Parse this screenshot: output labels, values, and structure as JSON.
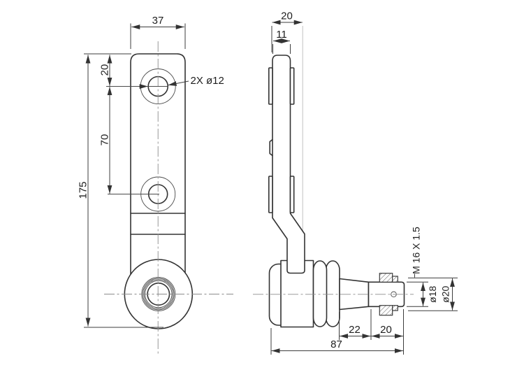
{
  "drawing": {
    "dimensions": {
      "front": {
        "width": "37",
        "hole_offset": "20",
        "hole_spacing": "70",
        "height": "175",
        "holes": "2X ø12"
      },
      "side": {
        "hub_width": "20",
        "bar_thickness": "11",
        "thread_spec": "M 16 X 1.5",
        "shaft_dia": "ø18",
        "shoulder_dia": "ø20",
        "taper_len": "22",
        "thread_len": "20",
        "total_len": "87"
      }
    }
  }
}
